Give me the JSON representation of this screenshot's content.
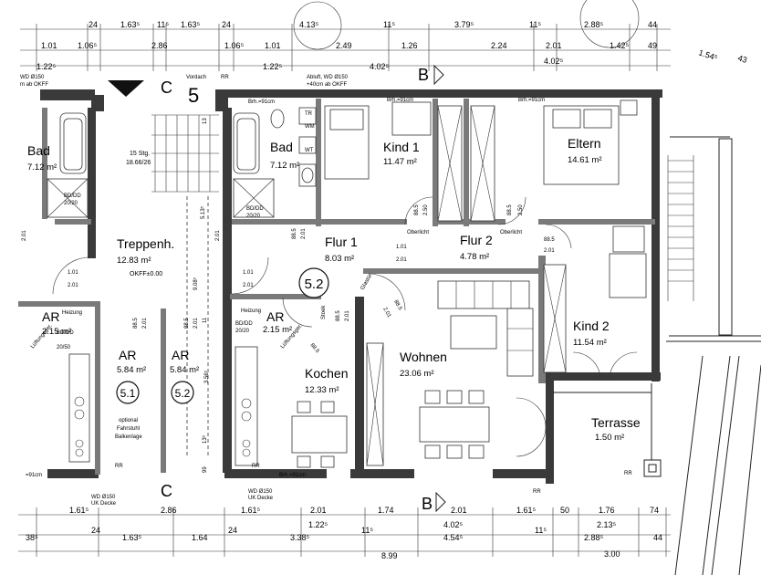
{
  "rooms": [
    {
      "id": "bad-left",
      "name": "Bad",
      "area": "7.12 m²"
    },
    {
      "id": "treppenh",
      "name": "Treppenh.",
      "area": "12.83 m²"
    },
    {
      "id": "bad-mid",
      "name": "Bad",
      "area": "7.12 m²"
    },
    {
      "id": "kind1",
      "name": "Kind 1",
      "area": "11.47 m²"
    },
    {
      "id": "eltern",
      "name": "Eltern",
      "area": "14.61 m²"
    },
    {
      "id": "flur1",
      "name": "Flur 1",
      "area": "8.03 m²"
    },
    {
      "id": "flur2",
      "name": "Flur 2",
      "area": "4.78 m²"
    },
    {
      "id": "kind2",
      "name": "Kind 2",
      "area": "11.54 m²"
    },
    {
      "id": "ar-left",
      "name": "AR",
      "area": "2.15 m²"
    },
    {
      "id": "ar-a",
      "name": "AR",
      "area": "5.84 m²"
    },
    {
      "id": "ar-b",
      "name": "AR",
      "area": "5.84 m²"
    },
    {
      "id": "ar-mid",
      "name": "AR",
      "area": "2.15 m²"
    },
    {
      "id": "kochen",
      "name": "Kochen",
      "area": "12.33 m²"
    },
    {
      "id": "wohnen",
      "name": "Wohnen",
      "area": "23.06 m²"
    },
    {
      "id": "terrasse",
      "name": "Terrasse",
      "area": "1.50 m²"
    }
  ],
  "unit_labels": {
    "u52": "5.2",
    "u51": "5.1",
    "u52b": "5.2",
    "u5": "5"
  },
  "section_marks": {
    "c": "C",
    "b": "B"
  },
  "annotations": {
    "stairs": "15 Stg.",
    "stairs_ratio": "18.66/26",
    "okff": "OKFF±0.00",
    "vordach": "Vordach",
    "rr": "RR",
    "bd_dd": "BD/DD",
    "bd_dd_size": "20/20",
    "bd_dd_size2": "20/50",
    "brh": "Brh.=91cm",
    "brh_short": "=91cm",
    "oberlicht": "Oberlicht",
    "glastur": "Glastür",
    "heizung": "Heizung",
    "luftungsger": "Lüftungsger.",
    "wd1": "WD Ø150",
    "wd_okff": "m ab OKFF",
    "abluft": "Abluft, WD Ø150",
    "abluft2": "+40cm ab OKFF",
    "wd_ukdecke": "UK Decke",
    "optional1": "optional",
    "optional2": "Fahrstuhl",
    "optional3": "Balkenlage",
    "wt": "WT",
    "wm": "WM",
    "tr": "TR",
    "stoek": "Stoek"
  },
  "dimensions_top": [
    {
      "v": "24"
    },
    {
      "v": "1.63⁵"
    },
    {
      "v": "11⁵"
    },
    {
      "v": "1.63⁵"
    },
    {
      "v": "24"
    },
    {
      "v": "4.13⁵"
    },
    {
      "v": "11⁵"
    },
    {
      "v": "3.79⁵"
    },
    {
      "v": "11⁵"
    },
    {
      "v": "2.88⁵"
    },
    {
      "v": "44"
    },
    {
      "v": "1.01"
    },
    {
      "v": "1.06⁵"
    },
    {
      "v": "2.86"
    },
    {
      "v": "1.06⁵"
    },
    {
      "v": "1.01"
    },
    {
      "v": "2.49"
    },
    {
      "v": "1.26"
    },
    {
      "v": "2.24"
    },
    {
      "v": "2.01"
    },
    {
      "v": "1.42⁵"
    },
    {
      "v": "49"
    },
    {
      "v": "1.54⁵"
    },
    {
      "v": "1.22⁵"
    },
    {
      "v": "1.22⁵"
    },
    {
      "v": "4.02⁵"
    },
    {
      "v": "4.02⁵"
    },
    {
      "v": "43"
    }
  ],
  "dimensions_bottom": [
    {
      "v": "1.61⁵"
    },
    {
      "v": "2.86"
    },
    {
      "v": "1.61⁵"
    },
    {
      "v": "2.01"
    },
    {
      "v": "1.74"
    },
    {
      "v": "2.01"
    },
    {
      "v": "1.61⁵"
    },
    {
      "v": "50"
    },
    {
      "v": "1.76"
    },
    {
      "v": "74"
    },
    {
      "v": "38⁵"
    },
    {
      "v": "24"
    },
    {
      "v": "1.63⁵"
    },
    {
      "v": "1.64"
    },
    {
      "v": "24"
    },
    {
      "v": "3.38⁵"
    },
    {
      "v": "1.22⁵"
    },
    {
      "v": "11⁵"
    },
    {
      "v": "4.02⁵"
    },
    {
      "v": "4.54⁵"
    },
    {
      "v": "11⁵"
    },
    {
      "v": "2.13⁵"
    },
    {
      "v": "2.88⁵"
    },
    {
      "v": "44"
    },
    {
      "v": "8.99"
    },
    {
      "v": "3.00"
    }
  ],
  "dimensions_doors": [
    {
      "v": "88.5"
    },
    {
      "v": "2.01"
    },
    {
      "v": "88.5"
    },
    {
      "v": "2.50"
    },
    {
      "v": "88.5"
    },
    {
      "v": "2.50"
    },
    {
      "v": "88.5"
    },
    {
      "v": "2.01"
    },
    {
      "v": "1.01"
    },
    {
      "v": "2.01"
    },
    {
      "v": "1.01"
    },
    {
      "v": "2.01"
    },
    {
      "v": "88.5"
    },
    {
      "v": "2.01"
    },
    {
      "v": "88.5"
    },
    {
      "v": "2.01"
    },
    {
      "v": "88.5"
    },
    {
      "v": "2.01"
    },
    {
      "v": "88.5"
    },
    {
      "v": "2.01"
    },
    {
      "v": "2.01"
    },
    {
      "v": "2.01"
    },
    {
      "v": "9.08⁵"
    },
    {
      "v": "5.13⁵"
    },
    {
      "v": "3.56⁵"
    },
    {
      "v": "13⁵"
    },
    {
      "v": "99"
    },
    {
      "v": "11"
    },
    {
      "v": "13"
    }
  ],
  "colors": {
    "wall": "#3a3a3a",
    "ink": "#111111",
    "paper": "#ffffff"
  }
}
